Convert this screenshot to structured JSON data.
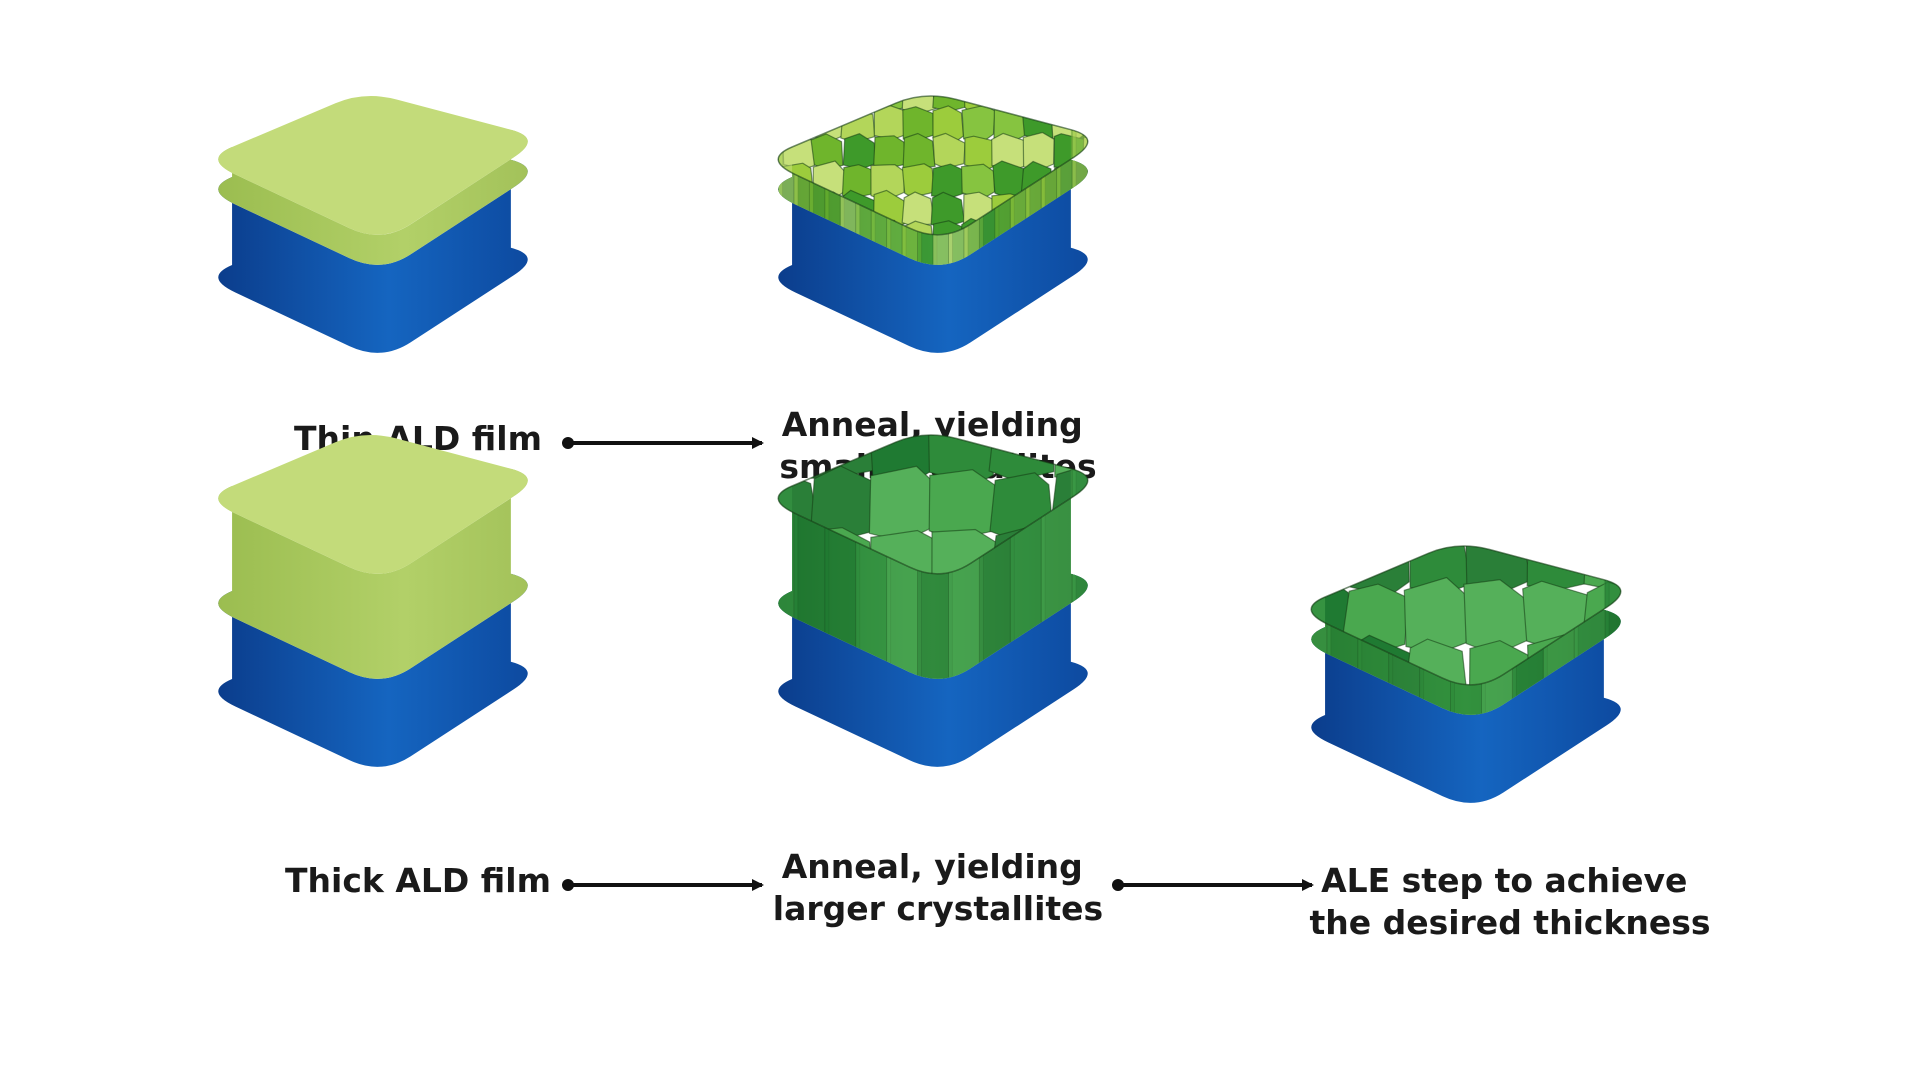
{
  "rows": [
    {
      "id": "thin",
      "stages": [
        {
          "label_lines": [
            "Thin ALD film"
          ],
          "film": "amorphous",
          "film_thickness": "thin"
        },
        {
          "label_lines": [
            "Anneal, yielding",
            "small crystallites"
          ],
          "film": "small-crystallites",
          "film_thickness": "thin"
        }
      ]
    },
    {
      "id": "thick",
      "stages": [
        {
          "label_lines": [
            "Thick ALD film"
          ],
          "film": "amorphous",
          "film_thickness": "thick"
        },
        {
          "label_lines": [
            "Anneal, yielding",
            "larger crystallites"
          ],
          "film": "large-crystallites",
          "film_thickness": "thick"
        },
        {
          "label_lines": [
            "ALE step to achieve",
            "the desired thickness"
          ],
          "film": "large-crystallites",
          "film_thickness": "thin"
        }
      ]
    }
  ],
  "colors": {
    "substrate": "#1565c0",
    "substrate_dark": "#0b3d8c",
    "amorphous_top": "#c3db7a",
    "amorphous_side": "#a3c25a",
    "crystal_small": [
      "#9ccc3c",
      "#6fb52c",
      "#c6e07a",
      "#3e9a2a",
      "#86c440",
      "#b3d65a"
    ],
    "crystal_large": [
      "#2e8b3a",
      "#3a9a45",
      "#1f7a32",
      "#4aa84f",
      "#2a7f38",
      "#55b05a"
    ],
    "label": "#1a1a1a",
    "arrow": "#111111"
  }
}
